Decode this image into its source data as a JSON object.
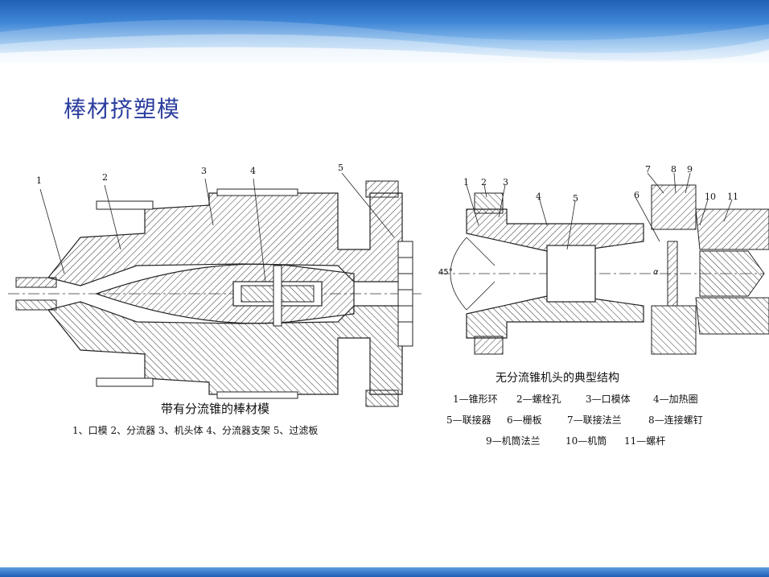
{
  "slide": {
    "title": "棒材挤塑模"
  },
  "left_figure": {
    "caption": "带有分流锥的棒材模",
    "legend": "1、口模 2、分流器 3、机头体 4、分流器支架 5、过滤板",
    "callouts": [
      "1",
      "2",
      "3",
      "4",
      "5"
    ]
  },
  "right_figure": {
    "caption": "无分流锥机头的典型结构",
    "angle": "45°",
    "alpha": "α",
    "callouts": [
      "1",
      "2",
      "3",
      "4",
      "5",
      "6",
      "7",
      "8",
      "9",
      "10",
      "11"
    ],
    "legend": [
      [
        "1—锥形环",
        "2—螺栓孔",
        "3—口模体",
        "4—加热圈"
      ],
      [
        "5—联接器",
        "6—栅板",
        "7—联接法兰",
        "8—连接螺钉"
      ],
      [
        "9—机筒法兰",
        "10—机筒",
        "11—螺杆"
      ]
    ]
  }
}
